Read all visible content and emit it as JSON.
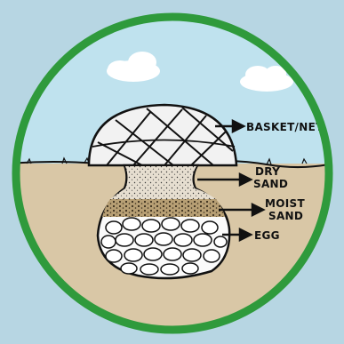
{
  "labels": {
    "basket": "BASKET/NET",
    "dry_sand_1": "DRY",
    "dry_sand_2": "SAND",
    "moist_sand_1": "MOIST",
    "moist_sand_2": "SAND",
    "egg": "EGG"
  },
  "colors": {
    "background": "#b7d6e3",
    "ring": "#2f9a3c",
    "sky": "#bfe2ee",
    "ground": "#d9c7a6",
    "dry_sand": "#e6ded0",
    "moist_sand": "#b79f74",
    "egg_chamber": "#fafafa",
    "basket": "#f2f2f2",
    "outline": "#111111"
  }
}
